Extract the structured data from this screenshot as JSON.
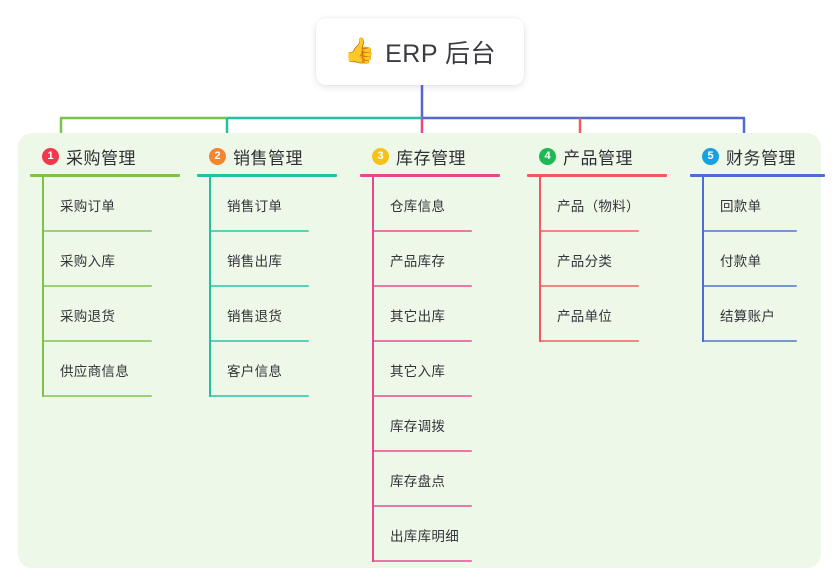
{
  "root": {
    "icon": "thumbs-up-icon",
    "emoji": "👍",
    "title": "ERP 后台"
  },
  "palette": {
    "panel_background": "#eef8e8",
    "page_background": "#ffffff",
    "root_text": "#3b3b42",
    "bus_left": "#7DC24B",
    "bus_mid": "#22C1A6",
    "bus_right": "#5566CC",
    "stem": "#5566CC"
  },
  "columns": [
    {
      "number": "1",
      "badge_color": "#F0394D",
      "line_color": "#7DC24B",
      "connector_color": "#7DC24B",
      "title": "采购管理",
      "items": [
        {
          "label": "采购订单"
        },
        {
          "label": "采购入库"
        },
        {
          "label": "采购退货"
        },
        {
          "label": "供应商信息"
        }
      ]
    },
    {
      "number": "2",
      "badge_color": "#F5862E",
      "line_color": "#22C1A6",
      "connector_color": "#22C1A6",
      "title": "销售管理",
      "items": [
        {
          "label": "销售订单"
        },
        {
          "label": "销售出库"
        },
        {
          "label": "销售退货"
        },
        {
          "label": "客户信息"
        }
      ]
    },
    {
      "number": "3",
      "badge_color": "#F5C21B",
      "line_color": "#E8468E",
      "connector_color": "#E8468E",
      "title": "库存管理",
      "items": [
        {
          "label": "仓库信息"
        },
        {
          "label": "产品库存"
        },
        {
          "label": "其它出库"
        },
        {
          "label": "其它入库"
        },
        {
          "label": "库存调拨"
        },
        {
          "label": "库存盘点"
        },
        {
          "label": "出库库明细"
        }
      ]
    },
    {
      "number": "4",
      "badge_color": "#1DB954",
      "line_color": "#F05A5A",
      "connector_color": "#F05A5A",
      "title": "产品管理",
      "items": [
        {
          "label": "产品（物料）"
        },
        {
          "label": "产品分类"
        },
        {
          "label": "产品单位"
        }
      ]
    },
    {
      "number": "5",
      "badge_color": "#14A2E0",
      "line_color": "#4A6FD0",
      "connector_color": "#4A6FD0",
      "title": "财务管理",
      "items": [
        {
          "label": "回款单"
        },
        {
          "label": "付款单"
        },
        {
          "label": "结算账户"
        }
      ]
    }
  ]
}
